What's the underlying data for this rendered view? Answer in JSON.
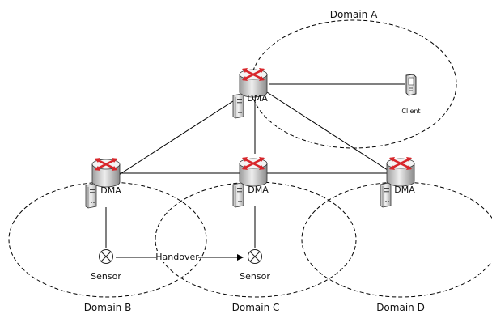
{
  "domains": {
    "a": "Domain A",
    "b": "Domain B",
    "c": "Domain C",
    "d": "Domain D"
  },
  "nodes": {
    "dma_top": "DMA",
    "dma_left": "DMA",
    "dma_center": "DMA",
    "dma_right": "DMA",
    "client": "Client",
    "sensor_left": "Sensor",
    "sensor_right": "Sensor"
  },
  "edges": {
    "handover": "Handover"
  },
  "colors": {
    "router_arrows": "#d8262b",
    "router_body": "#d9d9d9",
    "server_body": "#e3e3e3",
    "line": "#000000"
  },
  "icons": {
    "router": "router-icon",
    "server": "server-icon",
    "phone": "phone-icon",
    "sensor": "sensor-icon"
  }
}
